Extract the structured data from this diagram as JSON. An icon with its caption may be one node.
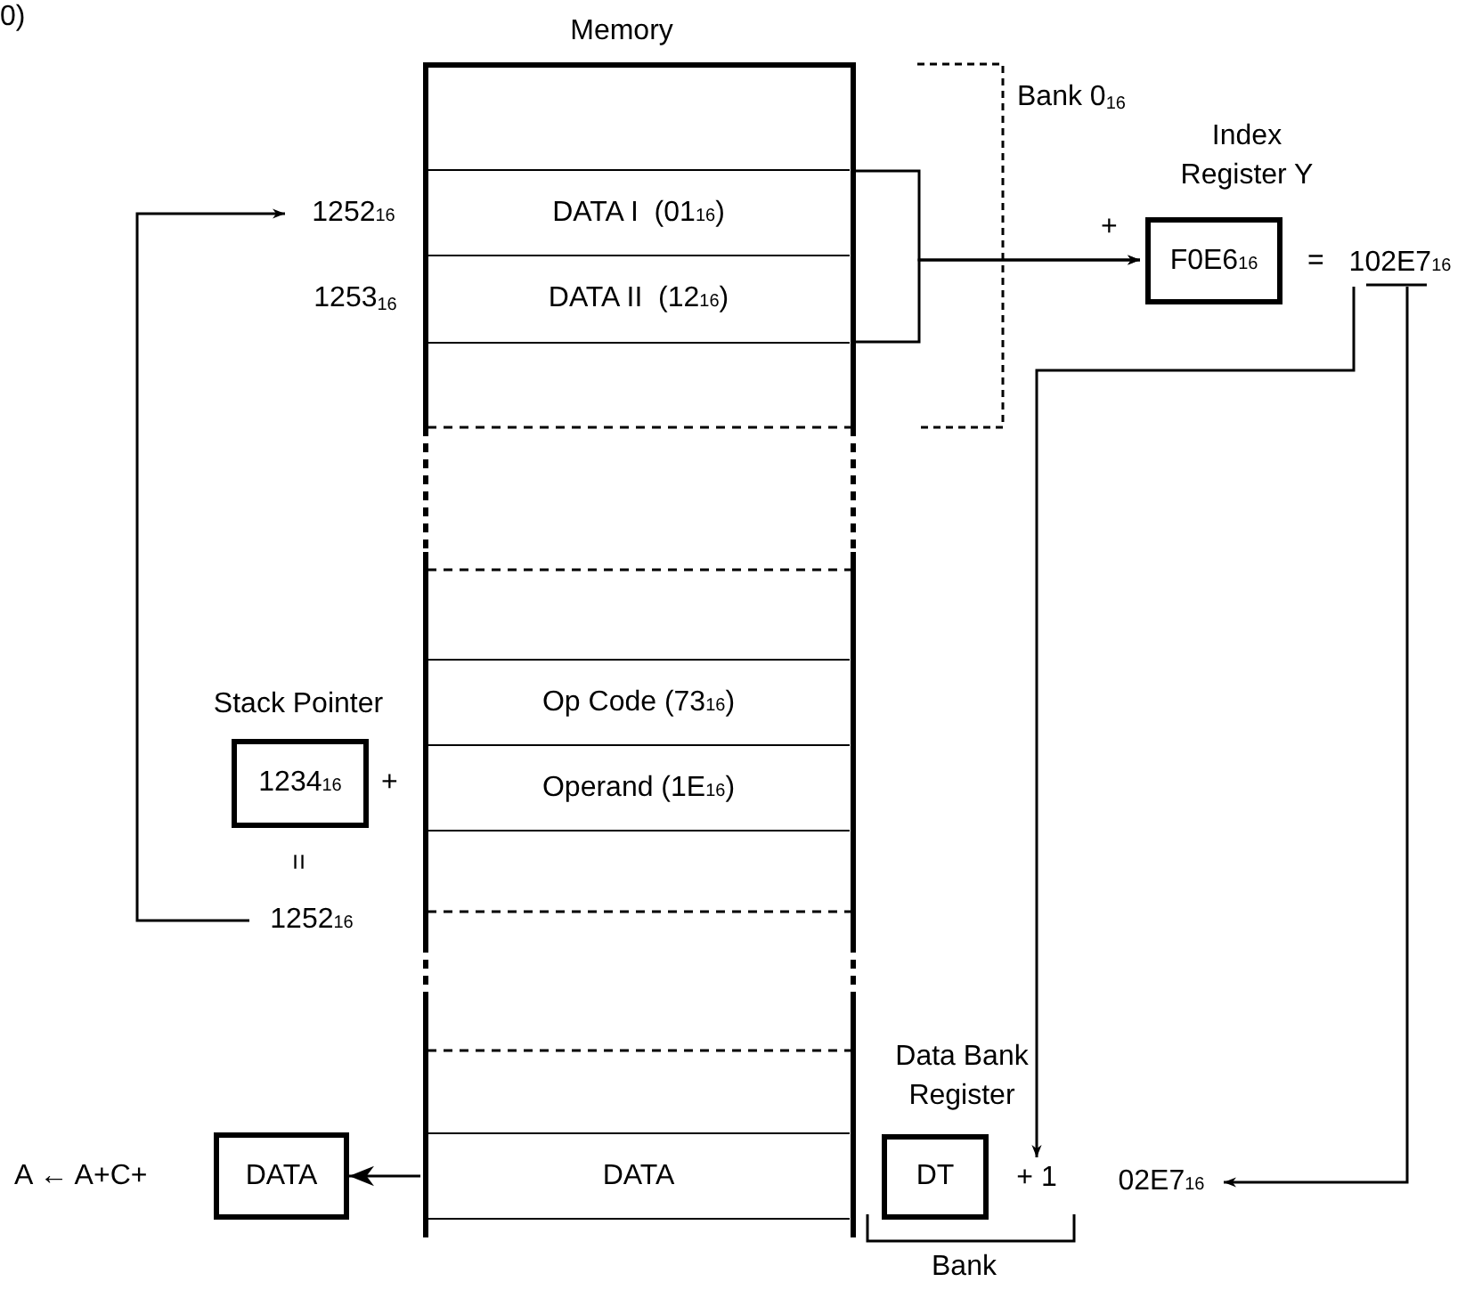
{
  "diagram": {
    "nodes": [
      {
        "text": [
          "Memory"
        ]
      },
      {
        "text": [
          "1252$_{16}$"
        ]
      },
      {
        "text": [
          "DATA I  (01$_{16}$)"
        ],
        "in": 0
      },
      {
        "text": [
          "DATA II  (12$_{16}$)"
        ],
        "in": 0
      },
      {
        "text": [
          "Index Register Y",
          "F0E6$_{16}$"
        ]
      },
      {
        "text": [
          "102E7$_{16}$"
        ]
      },
      {
        "text": [
          "Op Code (73$_{16}$)"
        ],
        "in": 0
      },
      {
        "text": [
          "Operand (1E$_{16}$)"
        ],
        "in": 0
      },
      {
        "text": [
          "Stack Pointer",
          "1234$_{16}$"
        ]
      },
      {
        "text": [
          "1252$_{16}$"
        ]
      },
      {
        "text": [
          "Data Bank Register",
          "DT"
        ]
      },
      {
        "text": [
          "+ 1"
        ]
      },
      {
        "text": [
          "02E7$_{16}$"
        ]
      },
      {
        "text": [
          "DATA"
        ],
        "in": 0
      },
      {
        "text": [
          "DATA"
        ]
      }
    ],
    "edges": [
      {
        "from": 9,
        "to": 1,
        "arrow": "to"
      },
      {
        "from": 2,
        "to": 4,
        "arrow": "to"
      },
      {
        "from": 3,
        "to": 4,
        "arrow": "to"
      },
      {
        "from": 5,
        "to": 11,
        "arrow": "to"
      },
      {
        "from": 5,
        "to": 12,
        "arrow": "to"
      },
      {
        "from": 13,
        "to": 14,
        "arrow": "to"
      }
    ],
    "labels": [
      "0)",
      "Bank 0$_{16}$",
      "+",
      "=",
      "1253$_{16}$",
      "+",
      "=",
      "A ← A+C+",
      "Bank"
    ]
  }
}
